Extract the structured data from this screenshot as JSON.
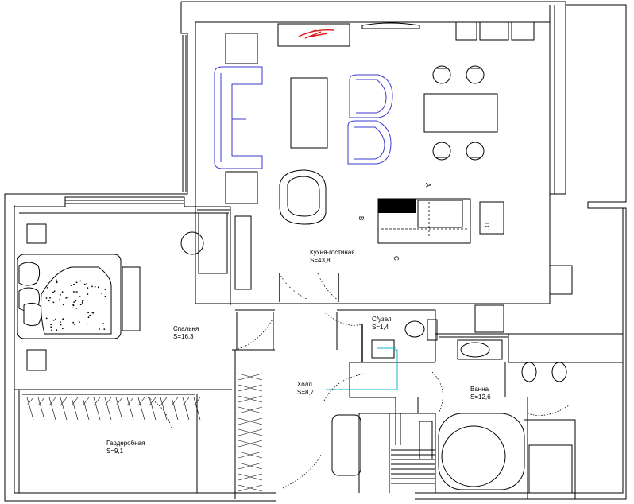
{
  "rooms": {
    "kitchen_living": {
      "name": "Кухня-гостиная",
      "area": "S=43,8"
    },
    "bedroom": {
      "name": "Спальня",
      "area": "S=16,3"
    },
    "wardrobe": {
      "name": "Гардеробная",
      "area": "S=9,1"
    },
    "hall": {
      "name": "Холл",
      "area": "S=8,7"
    },
    "wc": {
      "name": "С/узел",
      "area": "S=1,4"
    },
    "bathroom": {
      "name": "Ванна",
      "area": "S=12,6"
    }
  },
  "marks": {
    "a": "A",
    "b": "B",
    "c": "C",
    "d": "D"
  },
  "colors": {
    "wall": "#000000",
    "sofa": "#3a3ad0",
    "cyan": "#14b4c8",
    "red": "#e01818",
    "hatch": "#000000"
  }
}
